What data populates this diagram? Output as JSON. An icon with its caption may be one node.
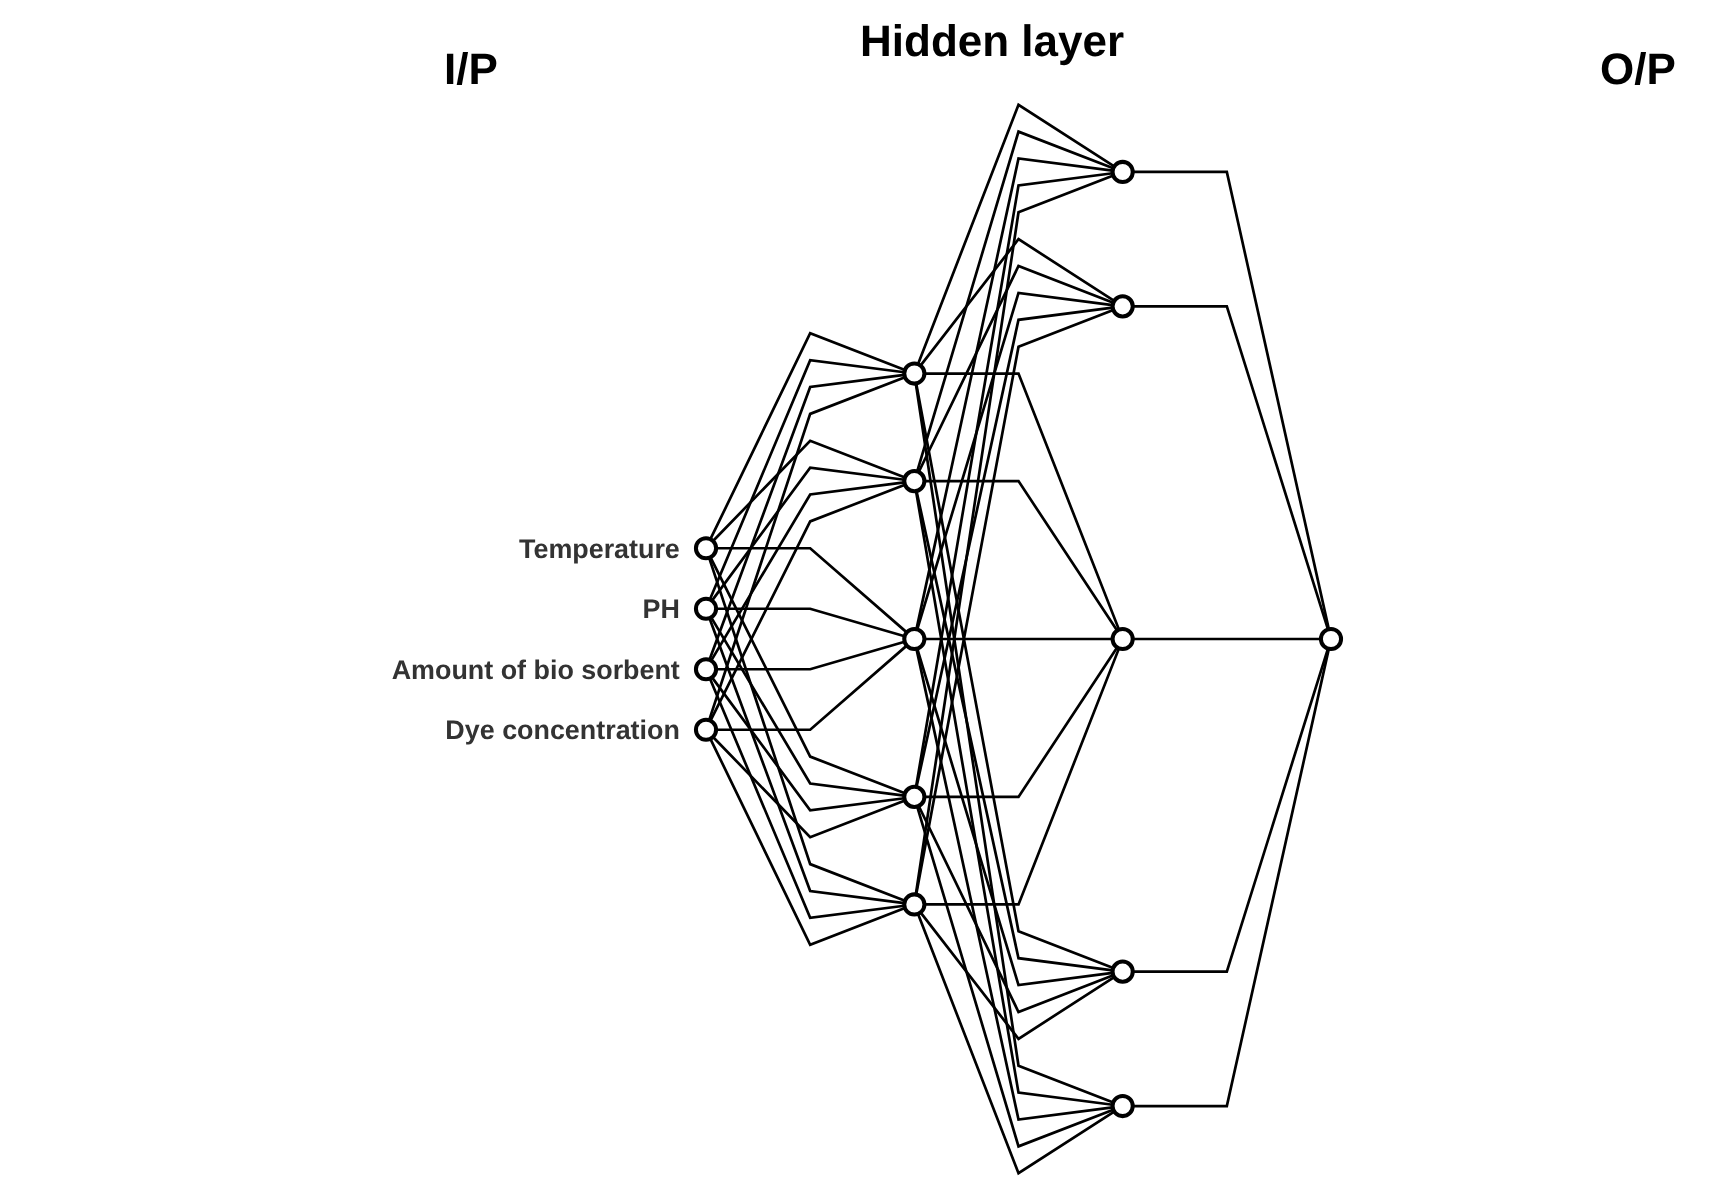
{
  "diagram": {
    "nodes": [
      {
        "text": [],
        "shape": "circle",
        "beside": [
          "Temperature"
        ]
      },
      {
        "text": [],
        "shape": "circle",
        "beside": [
          "PH"
        ]
      },
      {
        "text": [],
        "shape": "circle",
        "beside": [
          "Amount of bio sorbent"
        ]
      },
      {
        "text": [],
        "shape": "circle",
        "beside": [
          "Dye concentration"
        ]
      },
      {
        "text": [],
        "shape": "circle"
      },
      {
        "text": [],
        "shape": "circle"
      },
      {
        "text": [],
        "shape": "circle"
      },
      {
        "text": [],
        "shape": "circle"
      },
      {
        "text": [],
        "shape": "circle"
      },
      {
        "text": [],
        "shape": "circle"
      },
      {
        "text": [],
        "shape": "circle"
      },
      {
        "text": [],
        "shape": "circle"
      },
      {
        "text": [],
        "shape": "circle"
      },
      {
        "text": [],
        "shape": "circle"
      },
      {
        "text": [],
        "shape": "circle"
      }
    ],
    "edges": [
      {
        "from": 0,
        "to": 4,
        "arrow": "none"
      },
      {
        "from": 0,
        "to": 5,
        "arrow": "none"
      },
      {
        "from": 0,
        "to": 6,
        "arrow": "none"
      },
      {
        "from": 0,
        "to": 7,
        "arrow": "none"
      },
      {
        "from": 0,
        "to": 8,
        "arrow": "none"
      },
      {
        "from": 1,
        "to": 4,
        "arrow": "none"
      },
      {
        "from": 1,
        "to": 5,
        "arrow": "none"
      },
      {
        "from": 1,
        "to": 6,
        "arrow": "none"
      },
      {
        "from": 1,
        "to": 7,
        "arrow": "none"
      },
      {
        "from": 1,
        "to": 8,
        "arrow": "none"
      },
      {
        "from": 2,
        "to": 4,
        "arrow": "none"
      },
      {
        "from": 2,
        "to": 5,
        "arrow": "none"
      },
      {
        "from": 2,
        "to": 6,
        "arrow": "none"
      },
      {
        "from": 2,
        "to": 7,
        "arrow": "none"
      },
      {
        "from": 2,
        "to": 8,
        "arrow": "none"
      },
      {
        "from": 3,
        "to": 4,
        "arrow": "none"
      },
      {
        "from": 3,
        "to": 5,
        "arrow": "none"
      },
      {
        "from": 3,
        "to": 6,
        "arrow": "none"
      },
      {
        "from": 3,
        "to": 7,
        "arrow": "none"
      },
      {
        "from": 3,
        "to": 8,
        "arrow": "none"
      },
      {
        "from": 4,
        "to": 9,
        "arrow": "none"
      },
      {
        "from": 4,
        "to": 10,
        "arrow": "none"
      },
      {
        "from": 4,
        "to": 11,
        "arrow": "none"
      },
      {
        "from": 4,
        "to": 12,
        "arrow": "none"
      },
      {
        "from": 4,
        "to": 13,
        "arrow": "none"
      },
      {
        "from": 5,
        "to": 9,
        "arrow": "none"
      },
      {
        "from": 5,
        "to": 10,
        "arrow": "none"
      },
      {
        "from": 5,
        "to": 11,
        "arrow": "none"
      },
      {
        "from": 5,
        "to": 12,
        "arrow": "none"
      },
      {
        "from": 5,
        "to": 13,
        "arrow": "none"
      },
      {
        "from": 6,
        "to": 9,
        "arrow": "none"
      },
      {
        "from": 6,
        "to": 10,
        "arrow": "none"
      },
      {
        "from": 6,
        "to": 11,
        "arrow": "none"
      },
      {
        "from": 6,
        "to": 12,
        "arrow": "none"
      },
      {
        "from": 6,
        "to": 13,
        "arrow": "none"
      },
      {
        "from": 7,
        "to": 9,
        "arrow": "none"
      },
      {
        "from": 7,
        "to": 10,
        "arrow": "none"
      },
      {
        "from": 7,
        "to": 11,
        "arrow": "none"
      },
      {
        "from": 7,
        "to": 12,
        "arrow": "none"
      },
      {
        "from": 7,
        "to": 13,
        "arrow": "none"
      },
      {
        "from": 8,
        "to": 9,
        "arrow": "none"
      },
      {
        "from": 8,
        "to": 10,
        "arrow": "none"
      },
      {
        "from": 8,
        "to": 11,
        "arrow": "none"
      },
      {
        "from": 8,
        "to": 12,
        "arrow": "none"
      },
      {
        "from": 8,
        "to": 13,
        "arrow": "none"
      },
      {
        "from": 9,
        "to": 14,
        "arrow": "none"
      },
      {
        "from": 10,
        "to": 14,
        "arrow": "none"
      },
      {
        "from": 11,
        "to": 14,
        "arrow": "none"
      },
      {
        "from": 12,
        "to": 14,
        "arrow": "none"
      },
      {
        "from": 13,
        "to": 14,
        "arrow": "none"
      }
    ],
    "labels": [
      "Hidden layer",
      "I/P",
      "O/P"
    ]
  }
}
